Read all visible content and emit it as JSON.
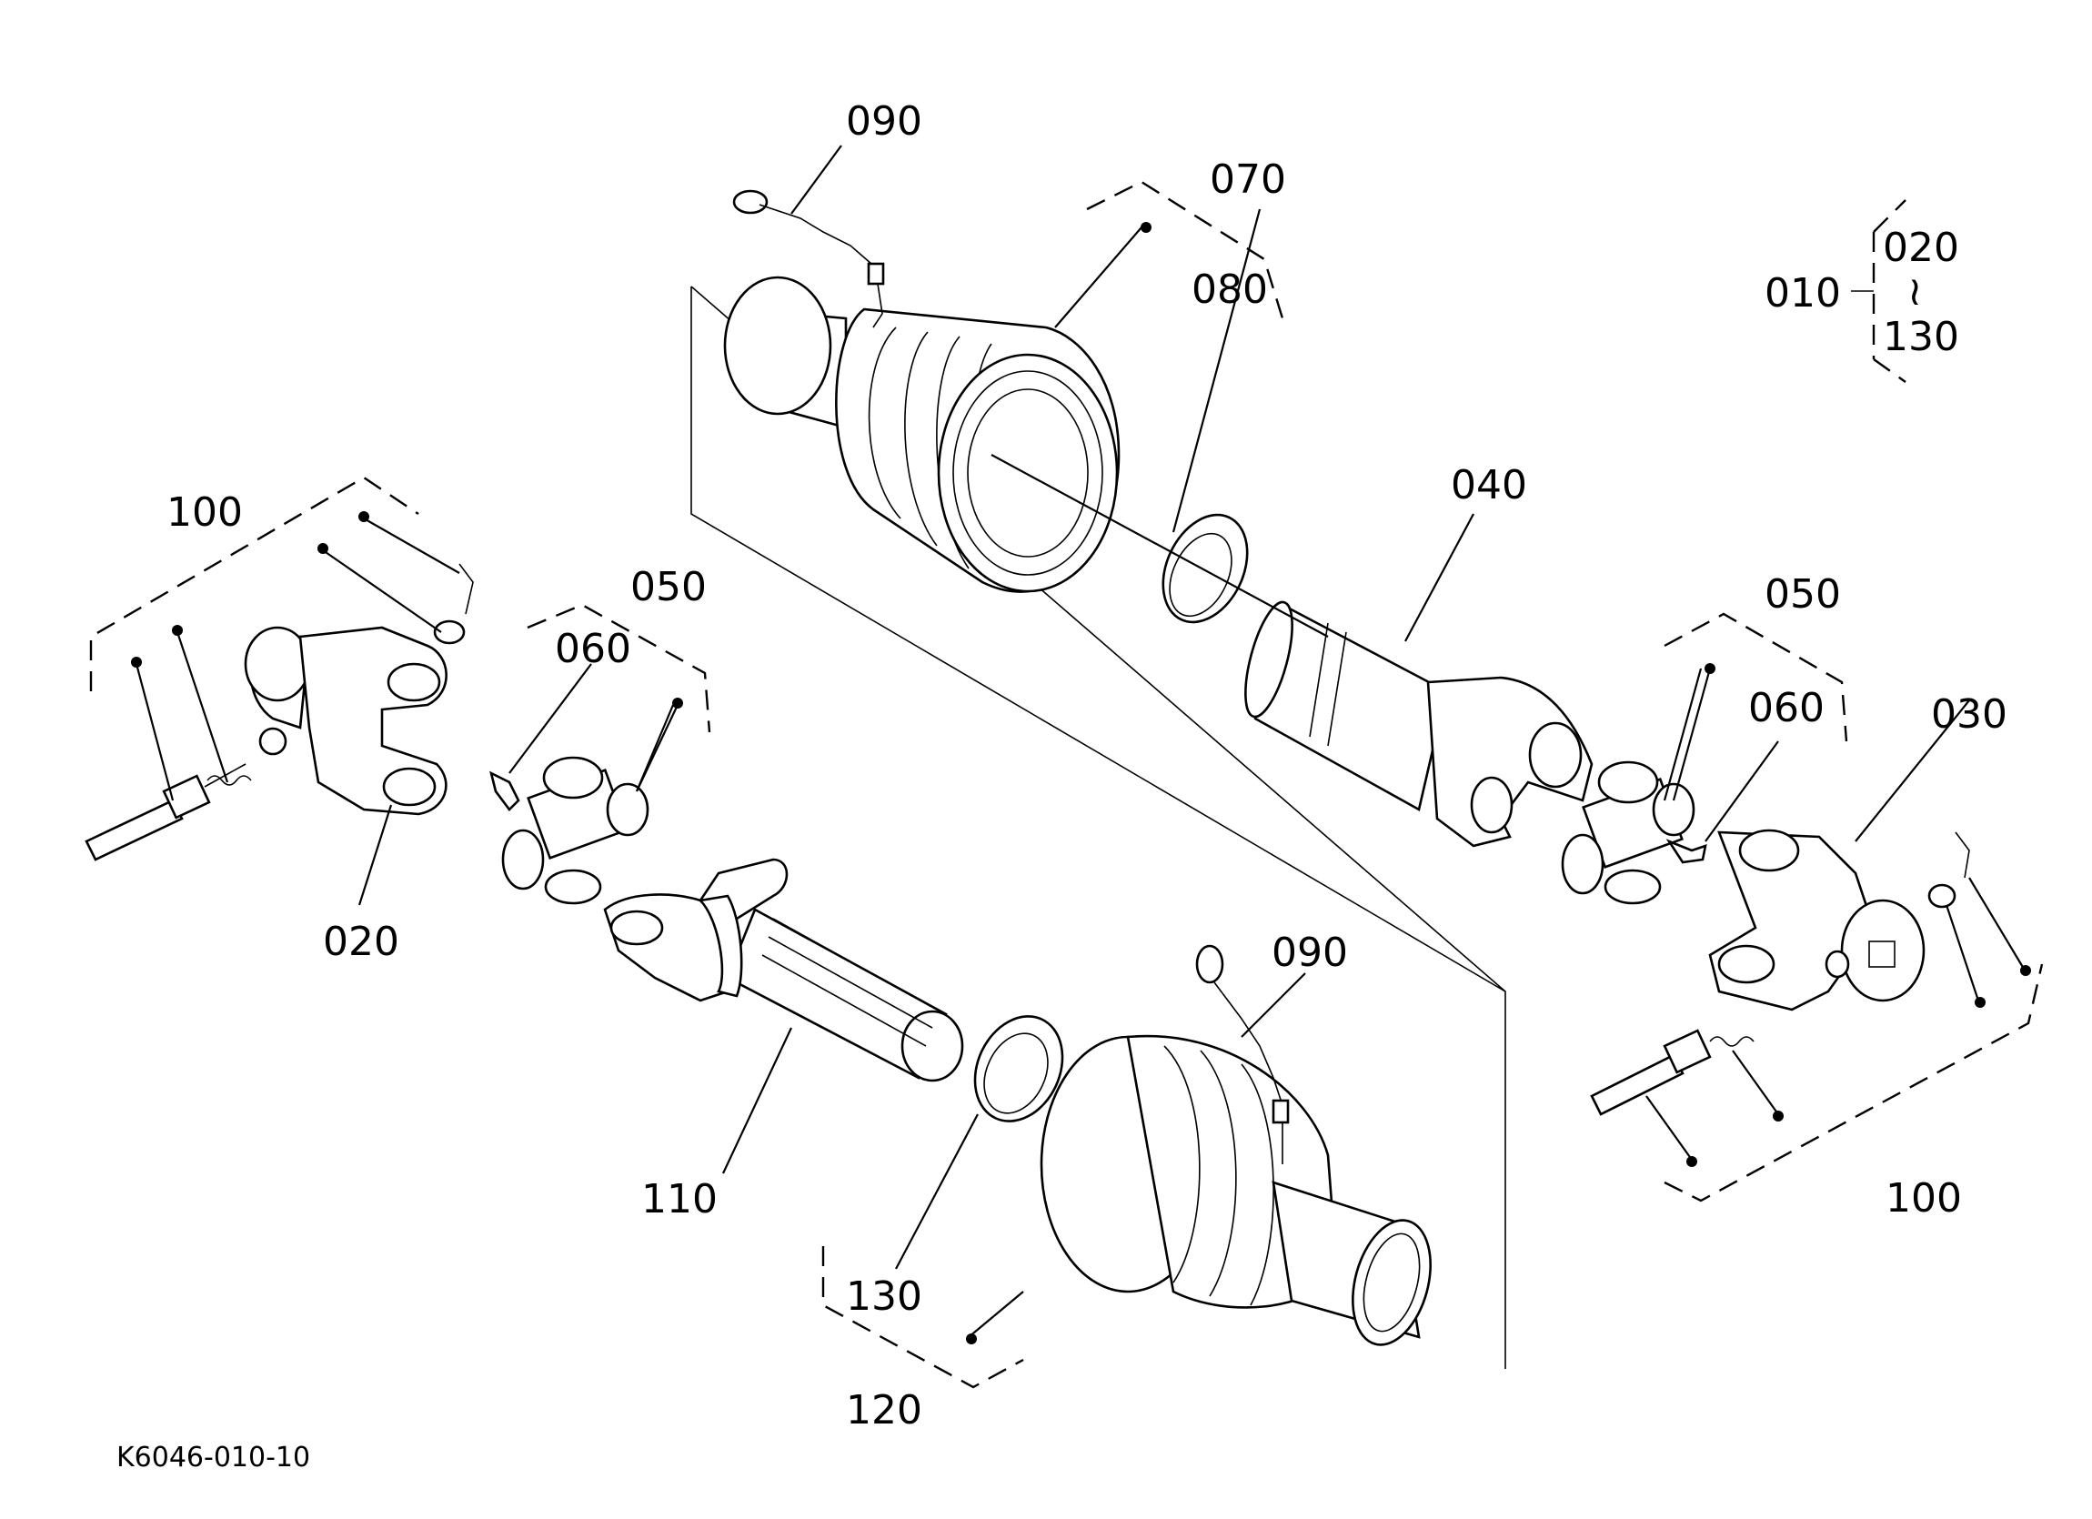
{
  "diagram": {
    "code": "K6046-010-10",
    "assembly": {
      "main": "010",
      "range_from": "020",
      "range_sep": "≀",
      "range_to": "130"
    },
    "labels": {
      "p090_top": "090",
      "p070": "070",
      "p080": "080",
      "p040": "040",
      "p100_left": "100",
      "p050_left": "050",
      "p060_left": "060",
      "p020": "020",
      "p050_right": "050",
      "p060_right": "060",
      "p030": "030",
      "p100_right": "100",
      "p090_bottom": "090",
      "p110": "110",
      "p130": "130",
      "p120": "120"
    }
  }
}
